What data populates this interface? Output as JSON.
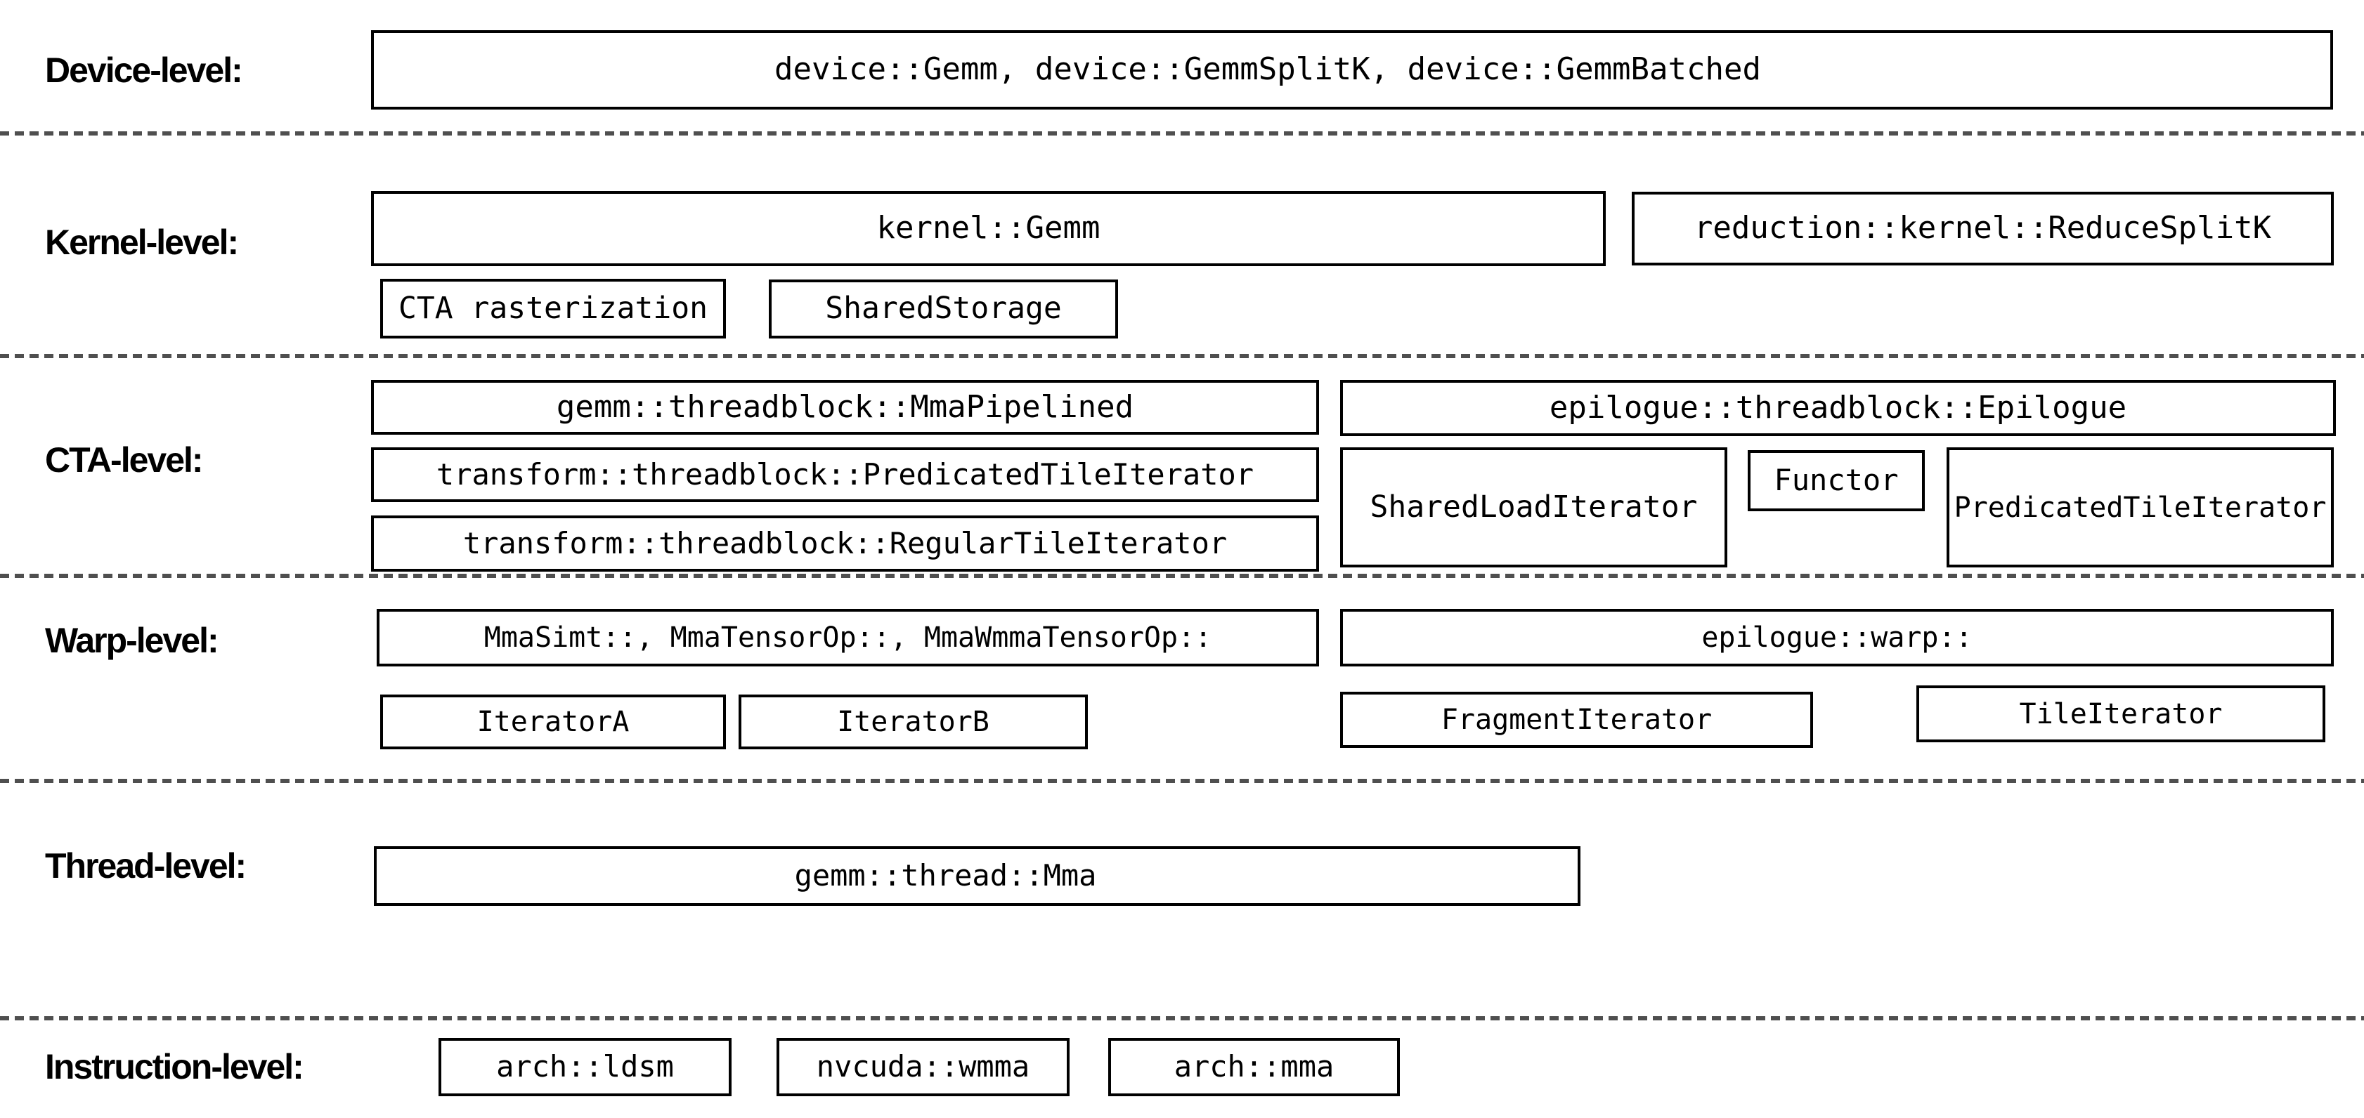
{
  "levels": {
    "device": {
      "label": "Device-level:",
      "boxes": {
        "main": "device::Gemm, device::GemmSplitK, device::GemmBatched"
      }
    },
    "kernel": {
      "label": "Kernel-level:",
      "boxes": {
        "gemm": "kernel::Gemm",
        "reduce_splitk": "reduction::kernel::ReduceSplitK",
        "cta_rasterization": "CTA rasterization",
        "shared_storage": "SharedStorage"
      }
    },
    "cta": {
      "label": "CTA-level:",
      "boxes": {
        "mma_pipelined": "gemm::threadblock::MmaPipelined",
        "predicated_tile_iterator": "transform::threadblock::PredicatedTileIterator",
        "regular_tile_iterator": "transform::threadblock::RegularTileIterator",
        "epilogue": "epilogue::threadblock::Epilogue",
        "shared_load_iterator": "SharedLoadIterator",
        "functor": "Functor",
        "epilogue_predicated_tile_iterator": "PredicatedTileIterator"
      }
    },
    "warp": {
      "label": "Warp-level:",
      "boxes": {
        "mma_variants": "MmaSimt::, MmaTensorOp::, MmaWmmaTensorOp::",
        "epilogue_warp": "epilogue::warp::",
        "iterator_a": "IteratorA",
        "iterator_b": "IteratorB",
        "fragment_iterator": "FragmentIterator",
        "tile_iterator": "TileIterator"
      }
    },
    "thread": {
      "label": "Thread-level:",
      "boxes": {
        "mma": "gemm::thread::Mma"
      }
    },
    "instruction": {
      "label": "Instruction-level:",
      "boxes": {
        "ldsm": "arch::ldsm",
        "wmma": "nvcuda::wmma",
        "mma": "arch::mma"
      }
    }
  },
  "colors": {
    "border": "#000000",
    "background": "#ffffff",
    "separator": "#4f4f4f",
    "text": "#000000"
  }
}
